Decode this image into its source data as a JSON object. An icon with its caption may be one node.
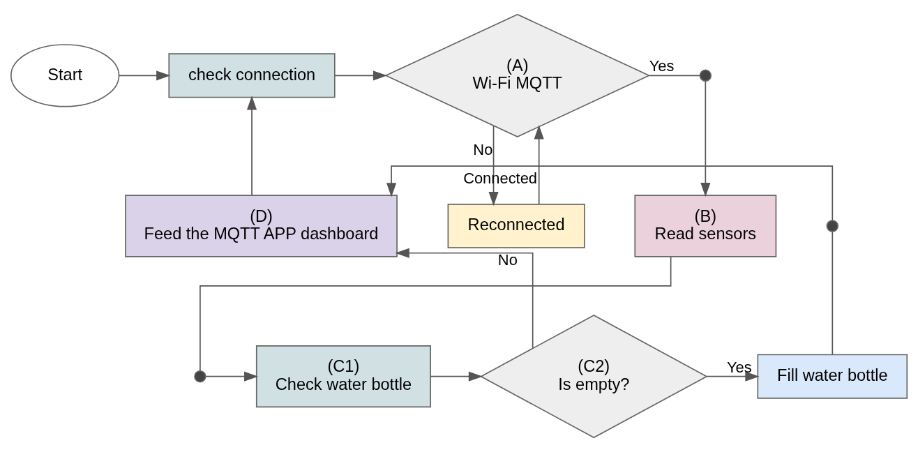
{
  "diagram": {
    "nodes": [
      {
        "text": [
          "Start"
        ]
      },
      {
        "text": [
          "check connection"
        ]
      },
      {
        "text": [
          "(A)",
          "Wi-Fi MQTT"
        ]
      },
      {
        "text": [
          "Reconnected"
        ]
      },
      {
        "text": [],
        "shape": "circle"
      },
      {
        "text": [
          "(B)",
          "Read sensors"
        ]
      },
      {
        "text": [],
        "shape": "circle"
      },
      {
        "text": [
          "(C1)",
          "Check water bottle"
        ]
      },
      {
        "text": [
          "(C2)",
          "Is empty?"
        ]
      },
      {
        "text": [
          "Fill water bottle"
        ]
      },
      {
        "text": [],
        "shape": "circle"
      },
      {
        "text": [
          "(D)",
          "Feed the MQTT APP dashboard"
        ]
      }
    ],
    "edges": [
      {
        "from": 0,
        "to": 1,
        "arrow": "to"
      },
      {
        "from": 1,
        "to": 2,
        "arrow": "to"
      },
      {
        "from": 2,
        "to": 4,
        "arrow": "none",
        "label": "Yes"
      },
      {
        "from": 4,
        "to": 5,
        "arrow": "to"
      },
      {
        "from": 2,
        "to": 3,
        "arrow": "to",
        "label": "No"
      },
      {
        "from": 3,
        "to": 2,
        "arrow": "to",
        "label": "Connected"
      },
      {
        "from": 5,
        "to": 6,
        "arrow": "none"
      },
      {
        "from": 6,
        "to": 7,
        "arrow": "to"
      },
      {
        "from": 7,
        "to": 8,
        "arrow": "to"
      },
      {
        "from": 8,
        "to": 9,
        "arrow": "to",
        "label": "Yes"
      },
      {
        "from": 9,
        "to": 10,
        "arrow": "none"
      },
      {
        "from": 10,
        "to": 11,
        "arrow": "to"
      },
      {
        "from": 8,
        "to": 11,
        "arrow": "to",
        "label": "No"
      },
      {
        "from": 11,
        "to": 1,
        "arrow": "to"
      }
    ]
  }
}
